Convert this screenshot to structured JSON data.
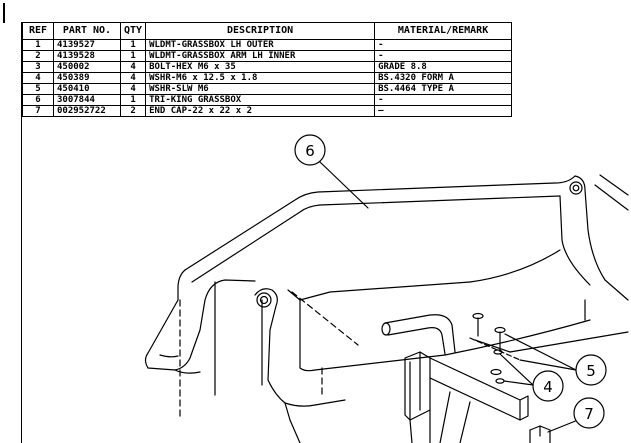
{
  "table": {
    "headers": {
      "ref": "REF",
      "part": "PART NO.",
      "qty": "QTY",
      "desc": "DESCRIPTION",
      "mat": "MATERIAL/REMARK"
    },
    "rows": [
      {
        "ref": "1",
        "part": "4139527",
        "qty": "1",
        "desc": "WLDMT-GRASSBOX LH OUTER",
        "mat": "-"
      },
      {
        "ref": "2",
        "part": "4139528",
        "qty": "1",
        "desc": "WLDMT-GRASSBOX ARM LH INNER",
        "mat": "-"
      },
      {
        "ref": "3",
        "part": "450002",
        "qty": "4",
        "desc": "BOLT-HEX M6 x 35",
        "mat": "GRADE 8.8"
      },
      {
        "ref": "4",
        "part": "450389",
        "qty": "4",
        "desc": "WSHR-M6 x 12.5 x 1.8",
        "mat": "BS.4320 FORM A"
      },
      {
        "ref": "5",
        "part": "450410",
        "qty": "4",
        "desc": "WSHR-SLW M6",
        "mat": "BS.4464 TYPE A"
      },
      {
        "ref": "6",
        "part": "3007844",
        "qty": "1",
        "desc": "TRI-KING GRASSBOX",
        "mat": "-"
      },
      {
        "ref": "7",
        "part": "002952722",
        "qty": "2",
        "desc": "END CAP-22 x 22 x 2",
        "mat": "—"
      }
    ]
  },
  "balloons": {
    "b6": "6",
    "b5": "5",
    "b4": "4",
    "b7": "7"
  }
}
